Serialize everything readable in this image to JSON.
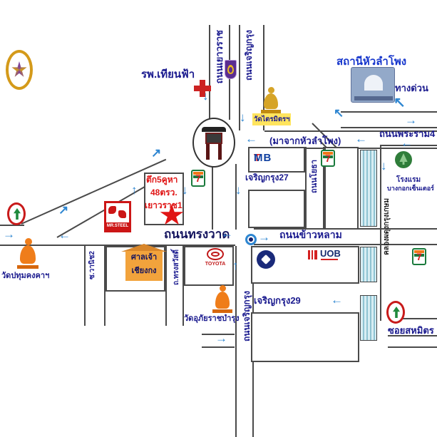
{
  "landmarks": {
    "hospital": {
      "label": "รพ.เทียนฟ้า"
    },
    "station": {
      "label": "สถานีหัวลำโพง"
    },
    "expressway": {
      "label": "ทางด่วน"
    },
    "wat_traimit": {
      "label": "วัดไตรมิตรฯ"
    },
    "wat_pathum": {
      "label": "วัดปทุมคงคาฯ"
    },
    "wat_uphai": {
      "label": "วัดอุภัยราชบำรุง"
    },
    "chiang_kong_shrine": {
      "line1": "ศาลเจ้า",
      "line2": "เชียงกง"
    },
    "hotel": {
      "line1": "โรงแรม",
      "line2": "บางกอกเซ็นเตอร์"
    },
    "property": {
      "line1": "ตึก5คูหา",
      "line2": "48ตรว.",
      "line3": "เยาวราช1"
    }
  },
  "roads": {
    "rama4": "ถนนพระราม4",
    "from_hualamphong": "(มาจากหัวลำโพง)",
    "yaowarat": "ถนนเยาวราช",
    "charoen_krung_upper": "ถนนเจริญกรุง",
    "charoen_krung_lower": "ถนนเจริญกรุง",
    "charoen_krung_soi27": "เจริญกรุง27",
    "charoen_krung_soi29": "เจริญกรุง29",
    "yotha": "ถนนโยธา",
    "song_wat": "ถนนทรงวาด",
    "khao_lam": "ถนนข้าวหลาม",
    "song_sawat": "ถ.ทรงสวัสดิ์",
    "soi_wanit2": "ซ.วานิช2",
    "soi_sahamit": "ซอยสหมิตร",
    "canal": "คลองผดุงกรุงเกษม"
  },
  "businesses": {
    "tmb_t": "T",
    "tmb_mb": "MB",
    "toyota": "TOYOTA",
    "uob": "UOB",
    "mr_steel": "MR.STEEL",
    "seven": "7"
  },
  "colors": {
    "label_navy": "#1b1b8f",
    "arrow_blue": "#2e86d1",
    "highlight_red": "#e01515",
    "traimit_yellow": "#ffe45e",
    "shrine_orange": "#f2a33c",
    "canal_blue": "#8fc3d2"
  },
  "arrows": [
    "↓",
    "↓",
    "←",
    "←",
    "→",
    "←",
    "↖",
    "↖",
    "↓",
    "↓",
    "↑",
    "↗",
    "↗",
    "→",
    "←",
    "←",
    "→",
    "↑",
    "←",
    "→",
    "↓"
  ]
}
